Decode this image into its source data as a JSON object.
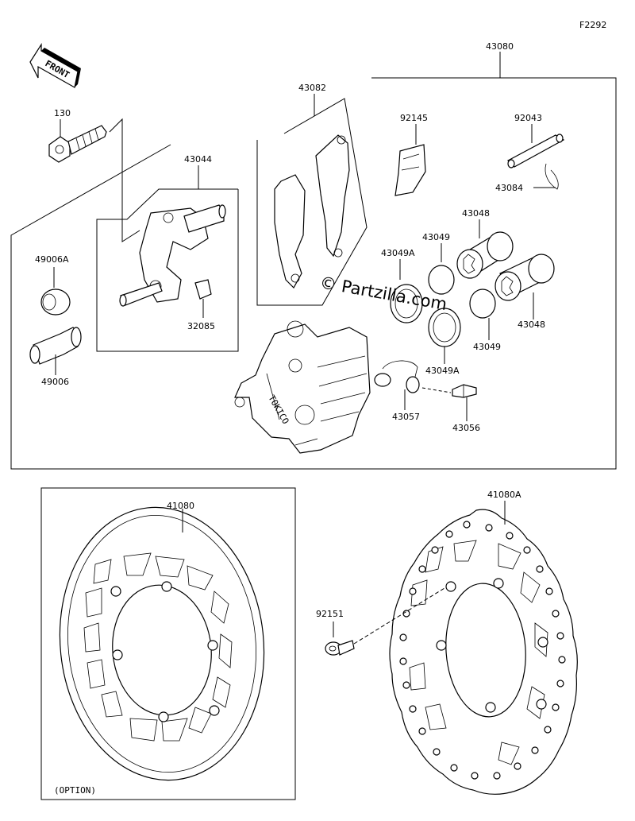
{
  "figure_code": "F2292",
  "watermark": "© Partzilla.com",
  "front_label": "FRONT",
  "option_label": "(OPTION)",
  "parts": {
    "p130": "130",
    "p43044": "43044",
    "p49006a": "49006A",
    "p49006": "49006",
    "p32085": "32085",
    "p43082": "43082",
    "p43080": "43080",
    "p92145": "92145",
    "p92043": "92043",
    "p43084": "43084",
    "p43048a": "43048",
    "p43049a": "43049",
    "p43049A_top": "43049A",
    "p43049A_bot": "43049A",
    "p43049b": "43049",
    "p43048b": "43048",
    "p43057": "43057",
    "p43056": "43056",
    "p41080": "41080",
    "p41080a": "41080A",
    "p92151": "92151"
  }
}
